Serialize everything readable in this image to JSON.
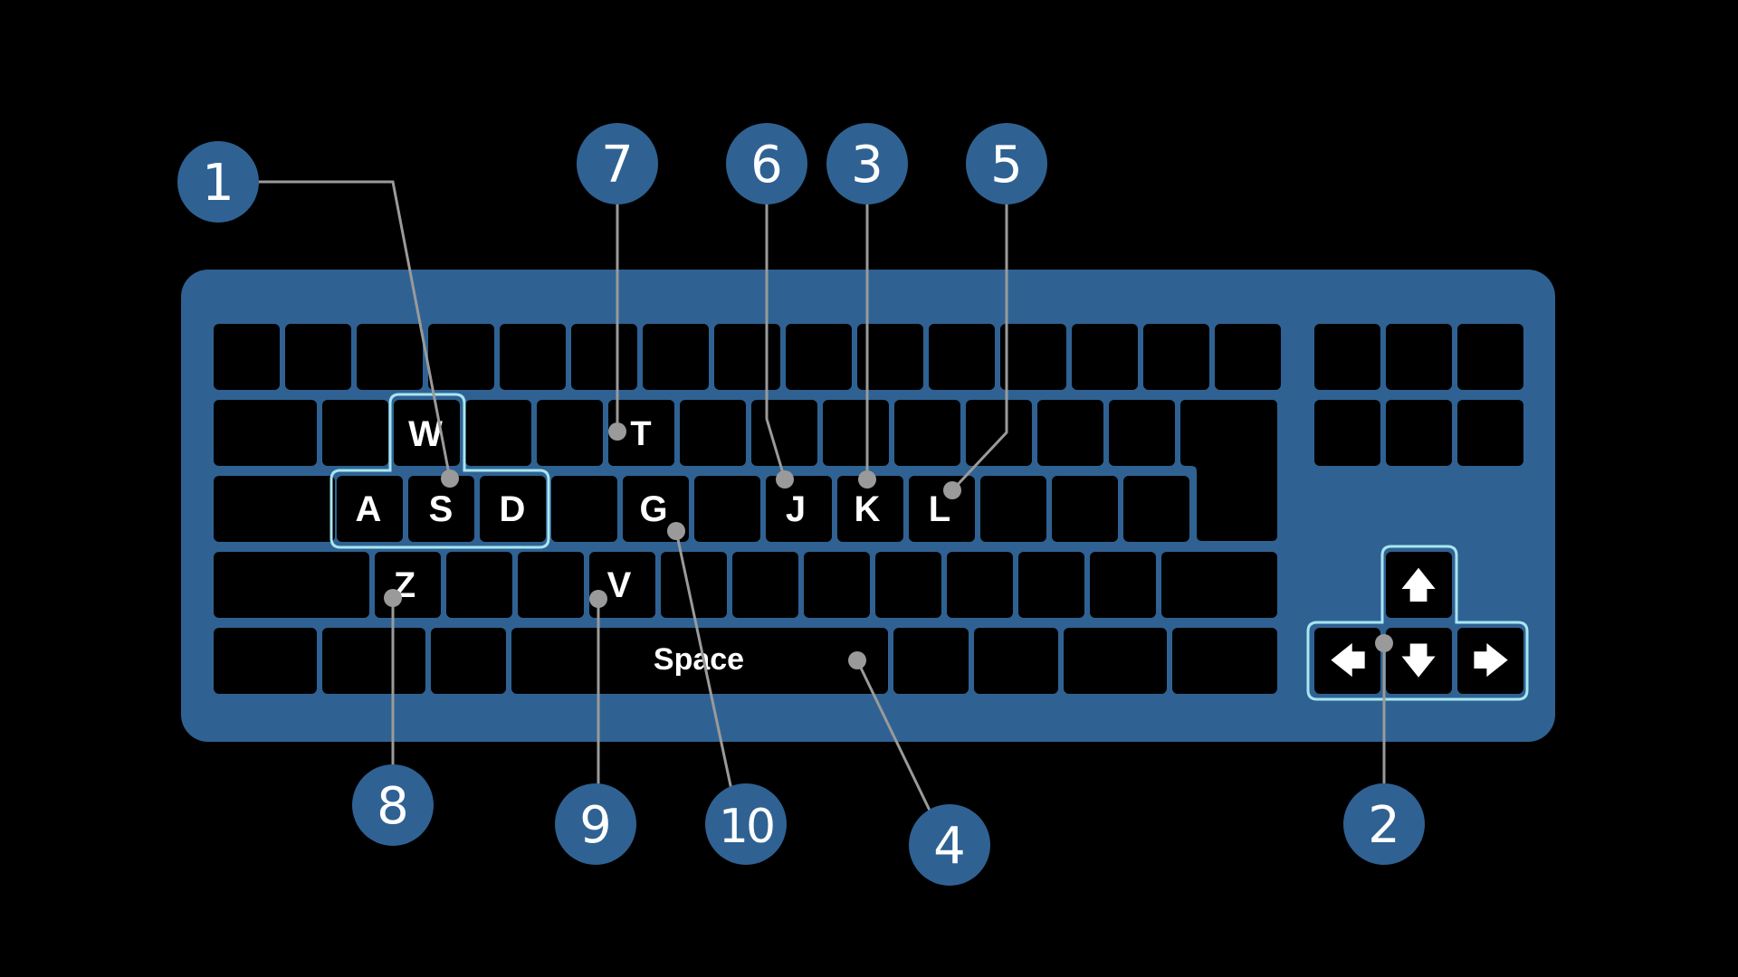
{
  "colors": {
    "background": "#000000",
    "keyboard_body": "#2f6293",
    "key_fill": "#000000",
    "highlight_outline": "#a8e6f0",
    "callout_fill": "#2f6293",
    "leader_line": "#9a9a9a",
    "text": "#ffffff"
  },
  "keys": {
    "w": "W",
    "a": "A",
    "s": "S",
    "d": "D",
    "t": "T",
    "g": "G",
    "j": "J",
    "k": "K",
    "l": "L",
    "z": "Z",
    "v": "V",
    "space": "Space",
    "arrow_up": "🡅",
    "arrow_left": "🡄",
    "arrow_down": "🡇",
    "arrow_right": "🡆"
  },
  "callouts": {
    "c1": "1",
    "c2": "2",
    "c3": "3",
    "c4": "4",
    "c5": "5",
    "c6": "6",
    "c7": "7",
    "c8": "8",
    "c9": "9",
    "c10": "10"
  }
}
